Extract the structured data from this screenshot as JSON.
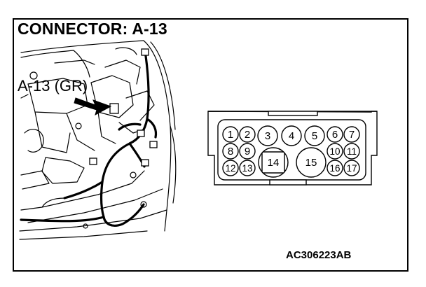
{
  "title": "CONNECTOR: A-13",
  "callout": "A-13 (GR)",
  "figure_code": "AC306223AB",
  "connector_pins": [
    "1",
    "2",
    "3",
    "4",
    "5",
    "6",
    "7",
    "8",
    "9",
    "10",
    "11",
    "12",
    "13",
    "14",
    "15",
    "16",
    "17"
  ]
}
